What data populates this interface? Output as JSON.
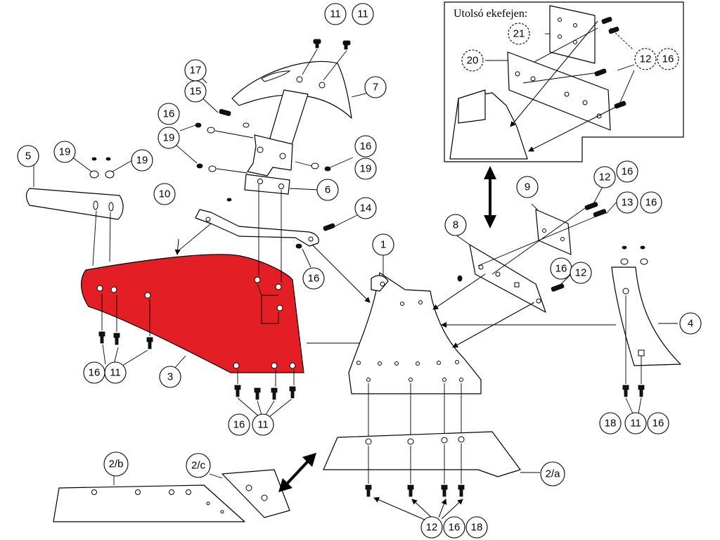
{
  "colors": {
    "highlight": "#e31e24",
    "line": "#000000",
    "background": "#ffffff"
  },
  "inset": {
    "title": "Utolsó ekefejen:"
  },
  "callouts": {
    "c11a": "11",
    "c11b": "11",
    "c7": "7",
    "c17": "17",
    "c15": "15",
    "c16a": "16",
    "c19a": "19",
    "c16b": "16",
    "c19b": "19",
    "c6": "6",
    "c5": "5",
    "c19c": "19",
    "c19d": "19",
    "c10": "10",
    "c14": "14",
    "c16c": "16",
    "c1": "1",
    "c3": "3",
    "c16d": "16",
    "c11c": "11",
    "c16e": "16",
    "c11d": "11",
    "c8": "8",
    "c9": "9",
    "c12a": "12",
    "c16f": "16",
    "c13": "13",
    "c16g": "16",
    "c16h": "16",
    "c12b": "12",
    "c4": "4",
    "c18a": "18",
    "c11e": "11",
    "c16i": "16",
    "c2a": "2/a",
    "c2b": "2/b",
    "c2c": "2/c",
    "c12c": "12",
    "c16j": "16",
    "c18b": "18",
    "c21": "21",
    "c20": "20",
    "c12d": "12",
    "c16k": "16"
  }
}
